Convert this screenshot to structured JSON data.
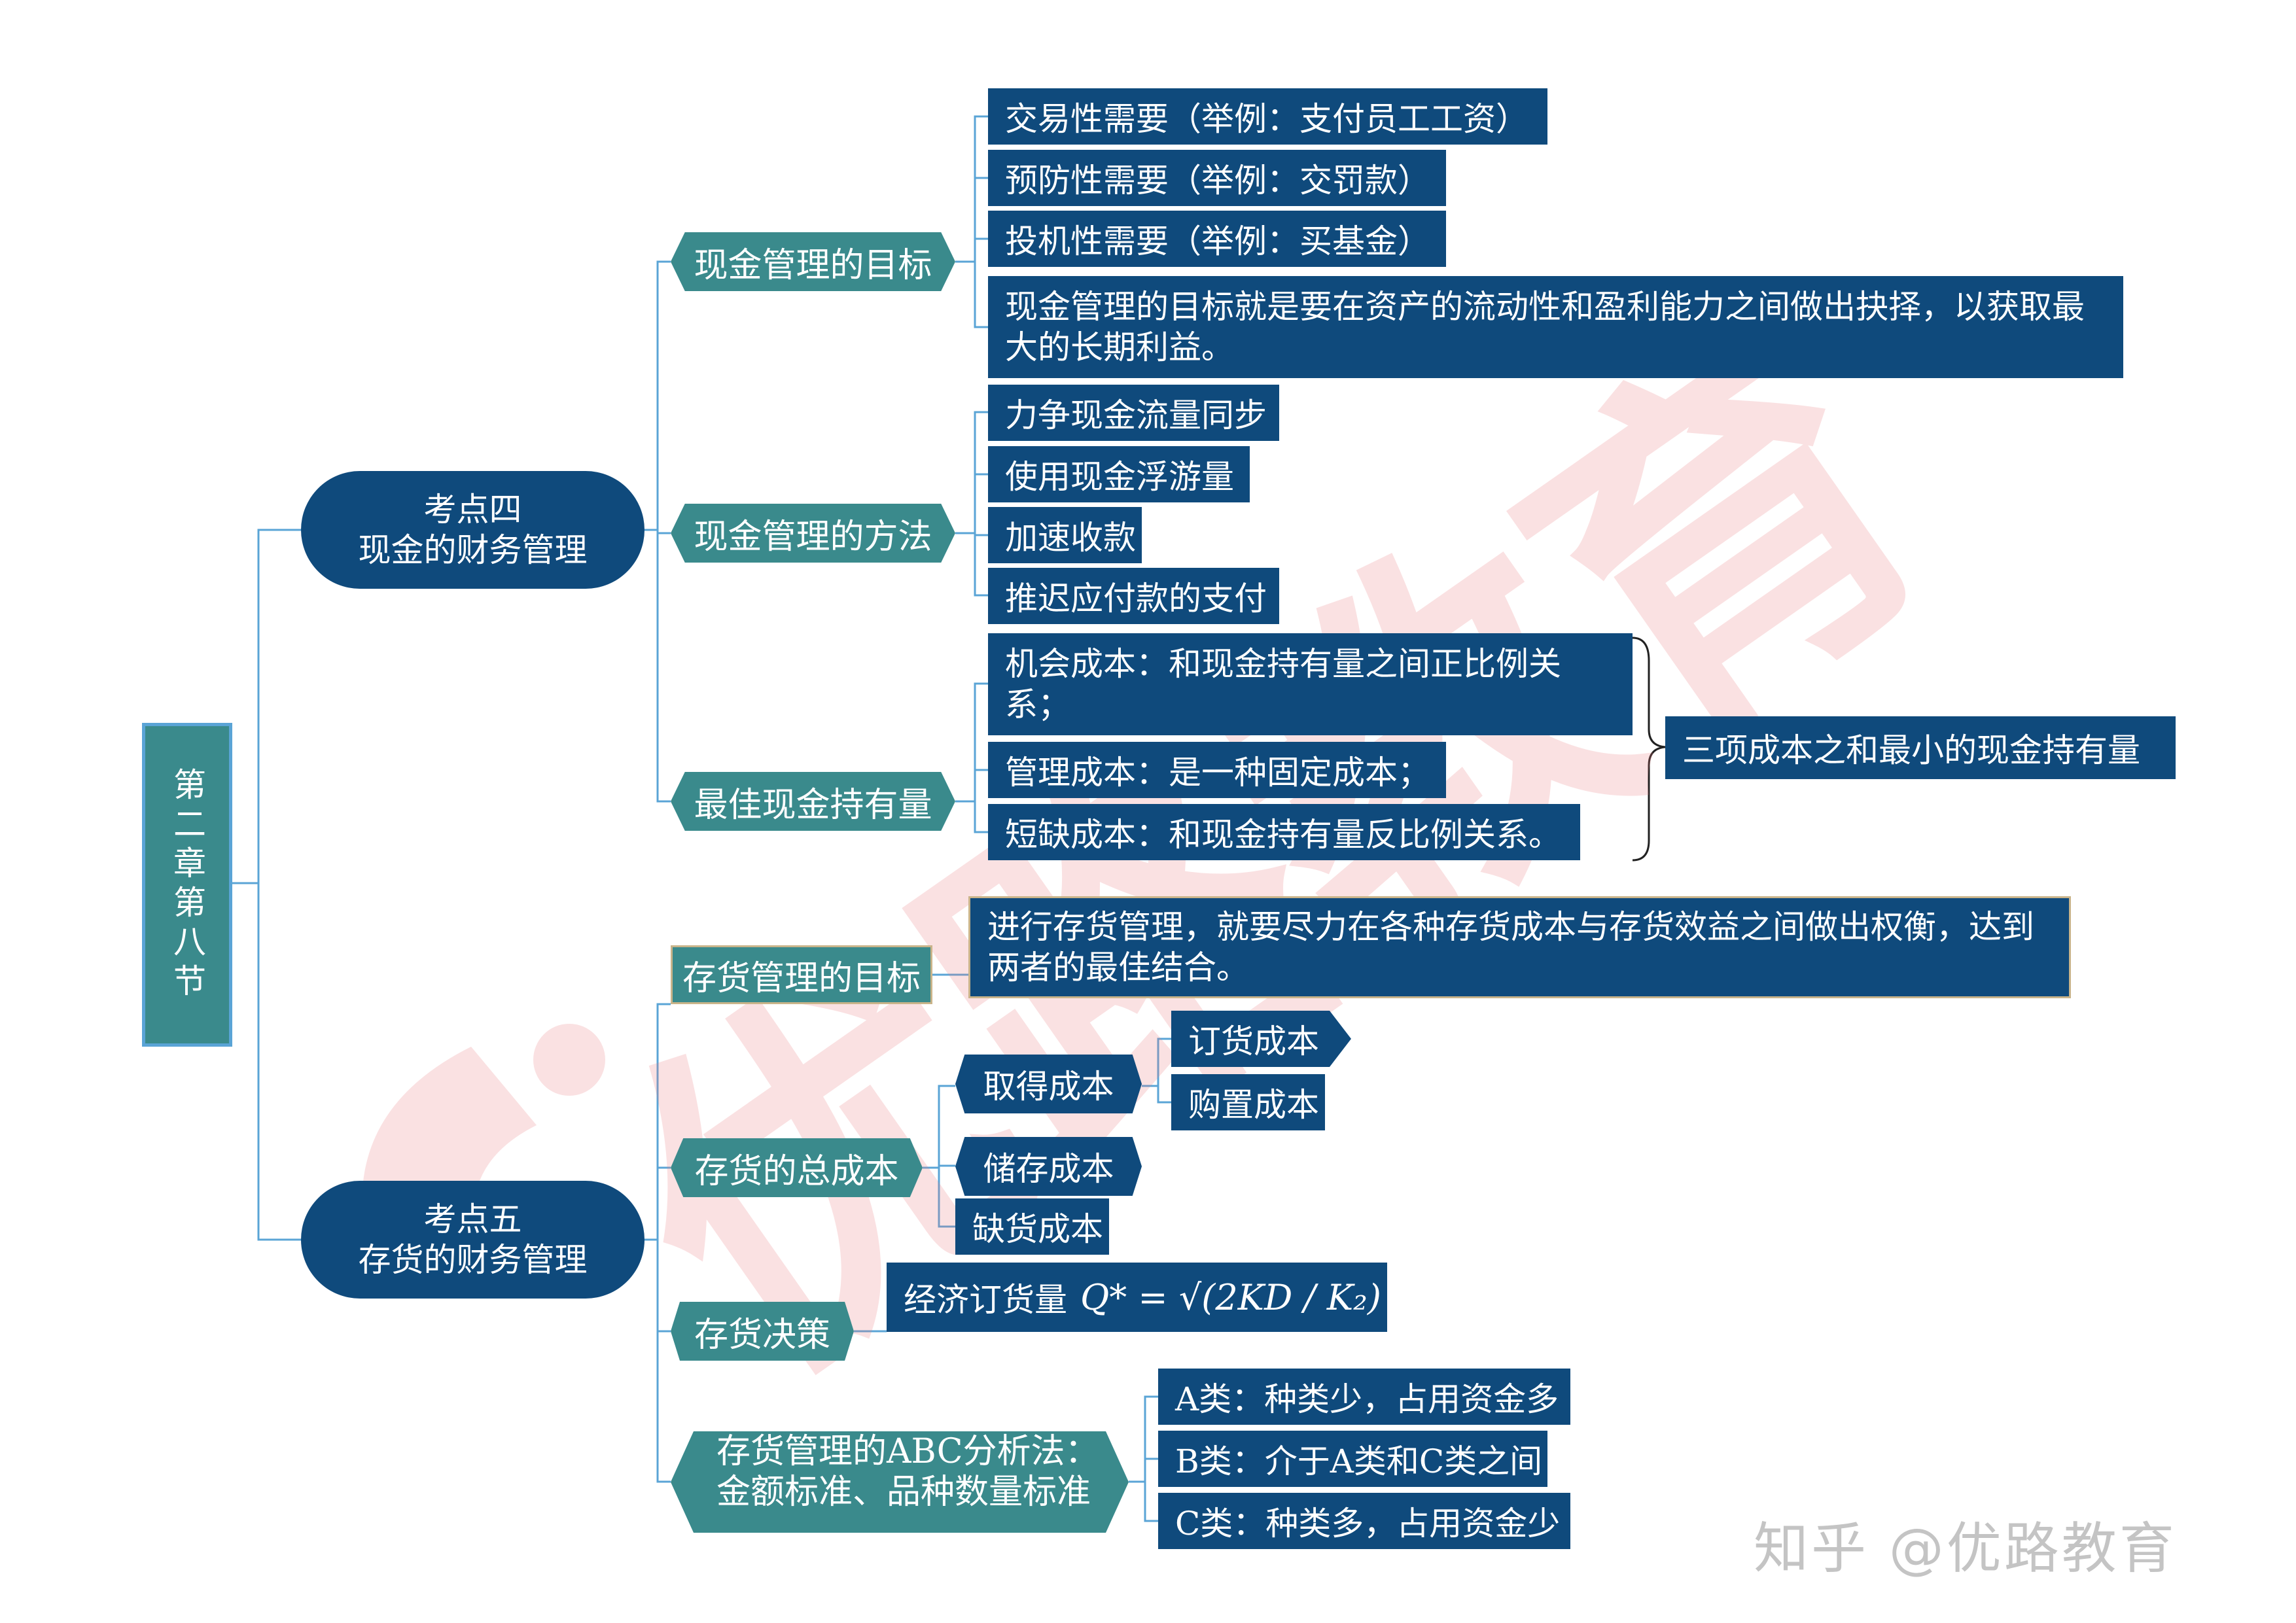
{
  "root": {
    "label": "第二章第八节"
  },
  "points": {
    "cash": {
      "line1": "考点四",
      "line2": "现金的财务管理"
    },
    "inventory": {
      "line1": "考点五",
      "line2": "存货的财务管理"
    }
  },
  "cash": {
    "goal": {
      "label": "现金管理的目标",
      "items": [
        "交易性需要（举例：支付员工工资）",
        "预防性需要（举例：交罚款）",
        "投机性需要（举例：买基金）",
        "现金管理的目标就是要在资产的流动性和盈利能力之间做出抉择，以获取最大的长期利益。"
      ]
    },
    "method": {
      "label": "现金管理的方法",
      "items": [
        "力争现金流量同步",
        "使用现金浮游量",
        "加速收款",
        "推迟应付款的支付"
      ]
    },
    "optimal": {
      "label": "最佳现金持有量",
      "items": [
        "机会成本：和现金持有量之间正比例关系；",
        "管理成本：是一种固定成本；",
        "短缺成本：和现金持有量反比例关系。"
      ],
      "summary": "三项成本之和最小的现金持有量"
    }
  },
  "inventory": {
    "goal": {
      "label": "存货管理的目标",
      "text": "进行存货管理，就要尽力在各种存货成本与存货效益之间做出权衡，达到两者的最佳结合。"
    },
    "total_cost": {
      "label": "存货的总成本",
      "acquire": {
        "label": "取得成本",
        "items": [
          "订货成本",
          "购置成本"
        ]
      },
      "holding": "储存成本",
      "shortage": "缺货成本"
    },
    "decision": {
      "label": "存货决策",
      "eoq_label": "经济订货量",
      "formula": "Q* = √(2KD / K₂)"
    },
    "abc": {
      "line1": "存货管理的ABC分析法：",
      "line2": "金额标准、品种数量标准",
      "items": [
        "A类：种类少，占用资金多",
        "B类：介于A类和C类之间",
        "C类：种类多，占用资金少"
      ]
    }
  },
  "watermark": {
    "text": "优路教育",
    "footer": "知乎 @优路教育"
  },
  "colors": {
    "leaf": "#0f4a7c",
    "mid": "#3a8a8c",
    "line": "#5aa4d6",
    "watermark": "#e8787c"
  }
}
